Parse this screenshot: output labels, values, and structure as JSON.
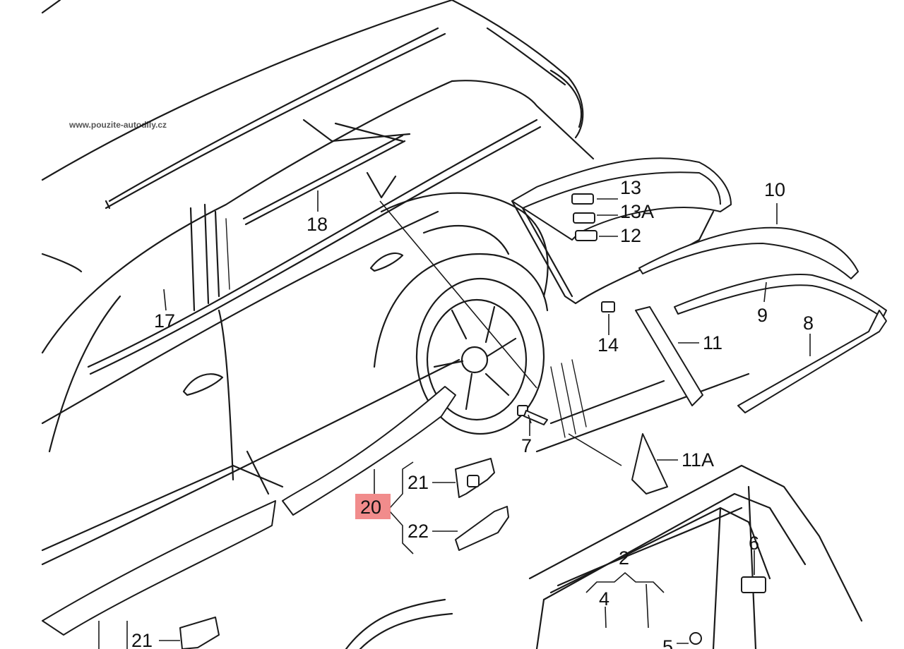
{
  "watermark": "www.pouzite-autodily.cz",
  "highlight_color": "#f08080",
  "callouts": {
    "n2": "2",
    "n4": "4",
    "n5": "5",
    "n6": "6",
    "n7": "7",
    "n8": "8",
    "n9": "9",
    "n10": "10",
    "n11": "11",
    "n11a": "11A",
    "n12": "12",
    "n13": "13",
    "n13a": "13A",
    "n14": "14",
    "n17": "17",
    "n18": "18",
    "n20": "20",
    "n21_top": "21",
    "n21_bottom": "21",
    "n22": "22"
  }
}
